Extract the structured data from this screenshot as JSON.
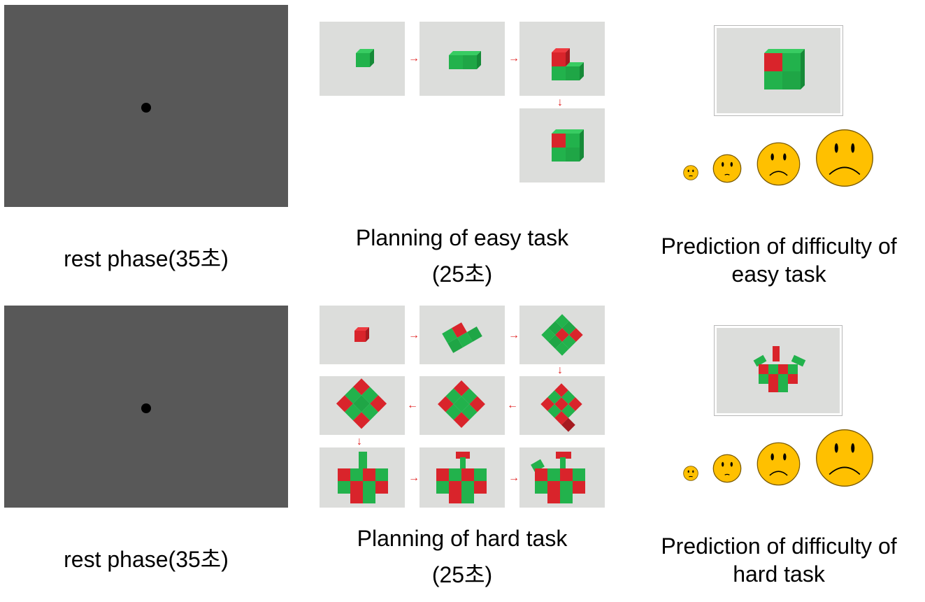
{
  "rows": [
    {
      "rest_caption": "rest phase(35초)",
      "planning_caption_line1": "Planning of easy task",
      "planning_caption_line2": "(25초)",
      "prediction_caption_line1": "Prediction of difficulty of",
      "prediction_caption_line2": "easy task"
    },
    {
      "rest_caption": "rest phase(35초)",
      "planning_caption_line1": "Planning of hard task",
      "planning_caption_line2": "(25초)",
      "prediction_caption_line1": "Prediction of difficulty of",
      "prediction_caption_line2": "hard task"
    }
  ],
  "icons": {
    "arrow_right": "→",
    "arrow_down": "↓",
    "arrow_left": "←"
  },
  "colors": {
    "screen_gray": "#585858",
    "cube_green": "#22b24c",
    "cube_red": "#d9242b",
    "face_yellow": "#ffc000",
    "arrow_red": "#e02020"
  }
}
